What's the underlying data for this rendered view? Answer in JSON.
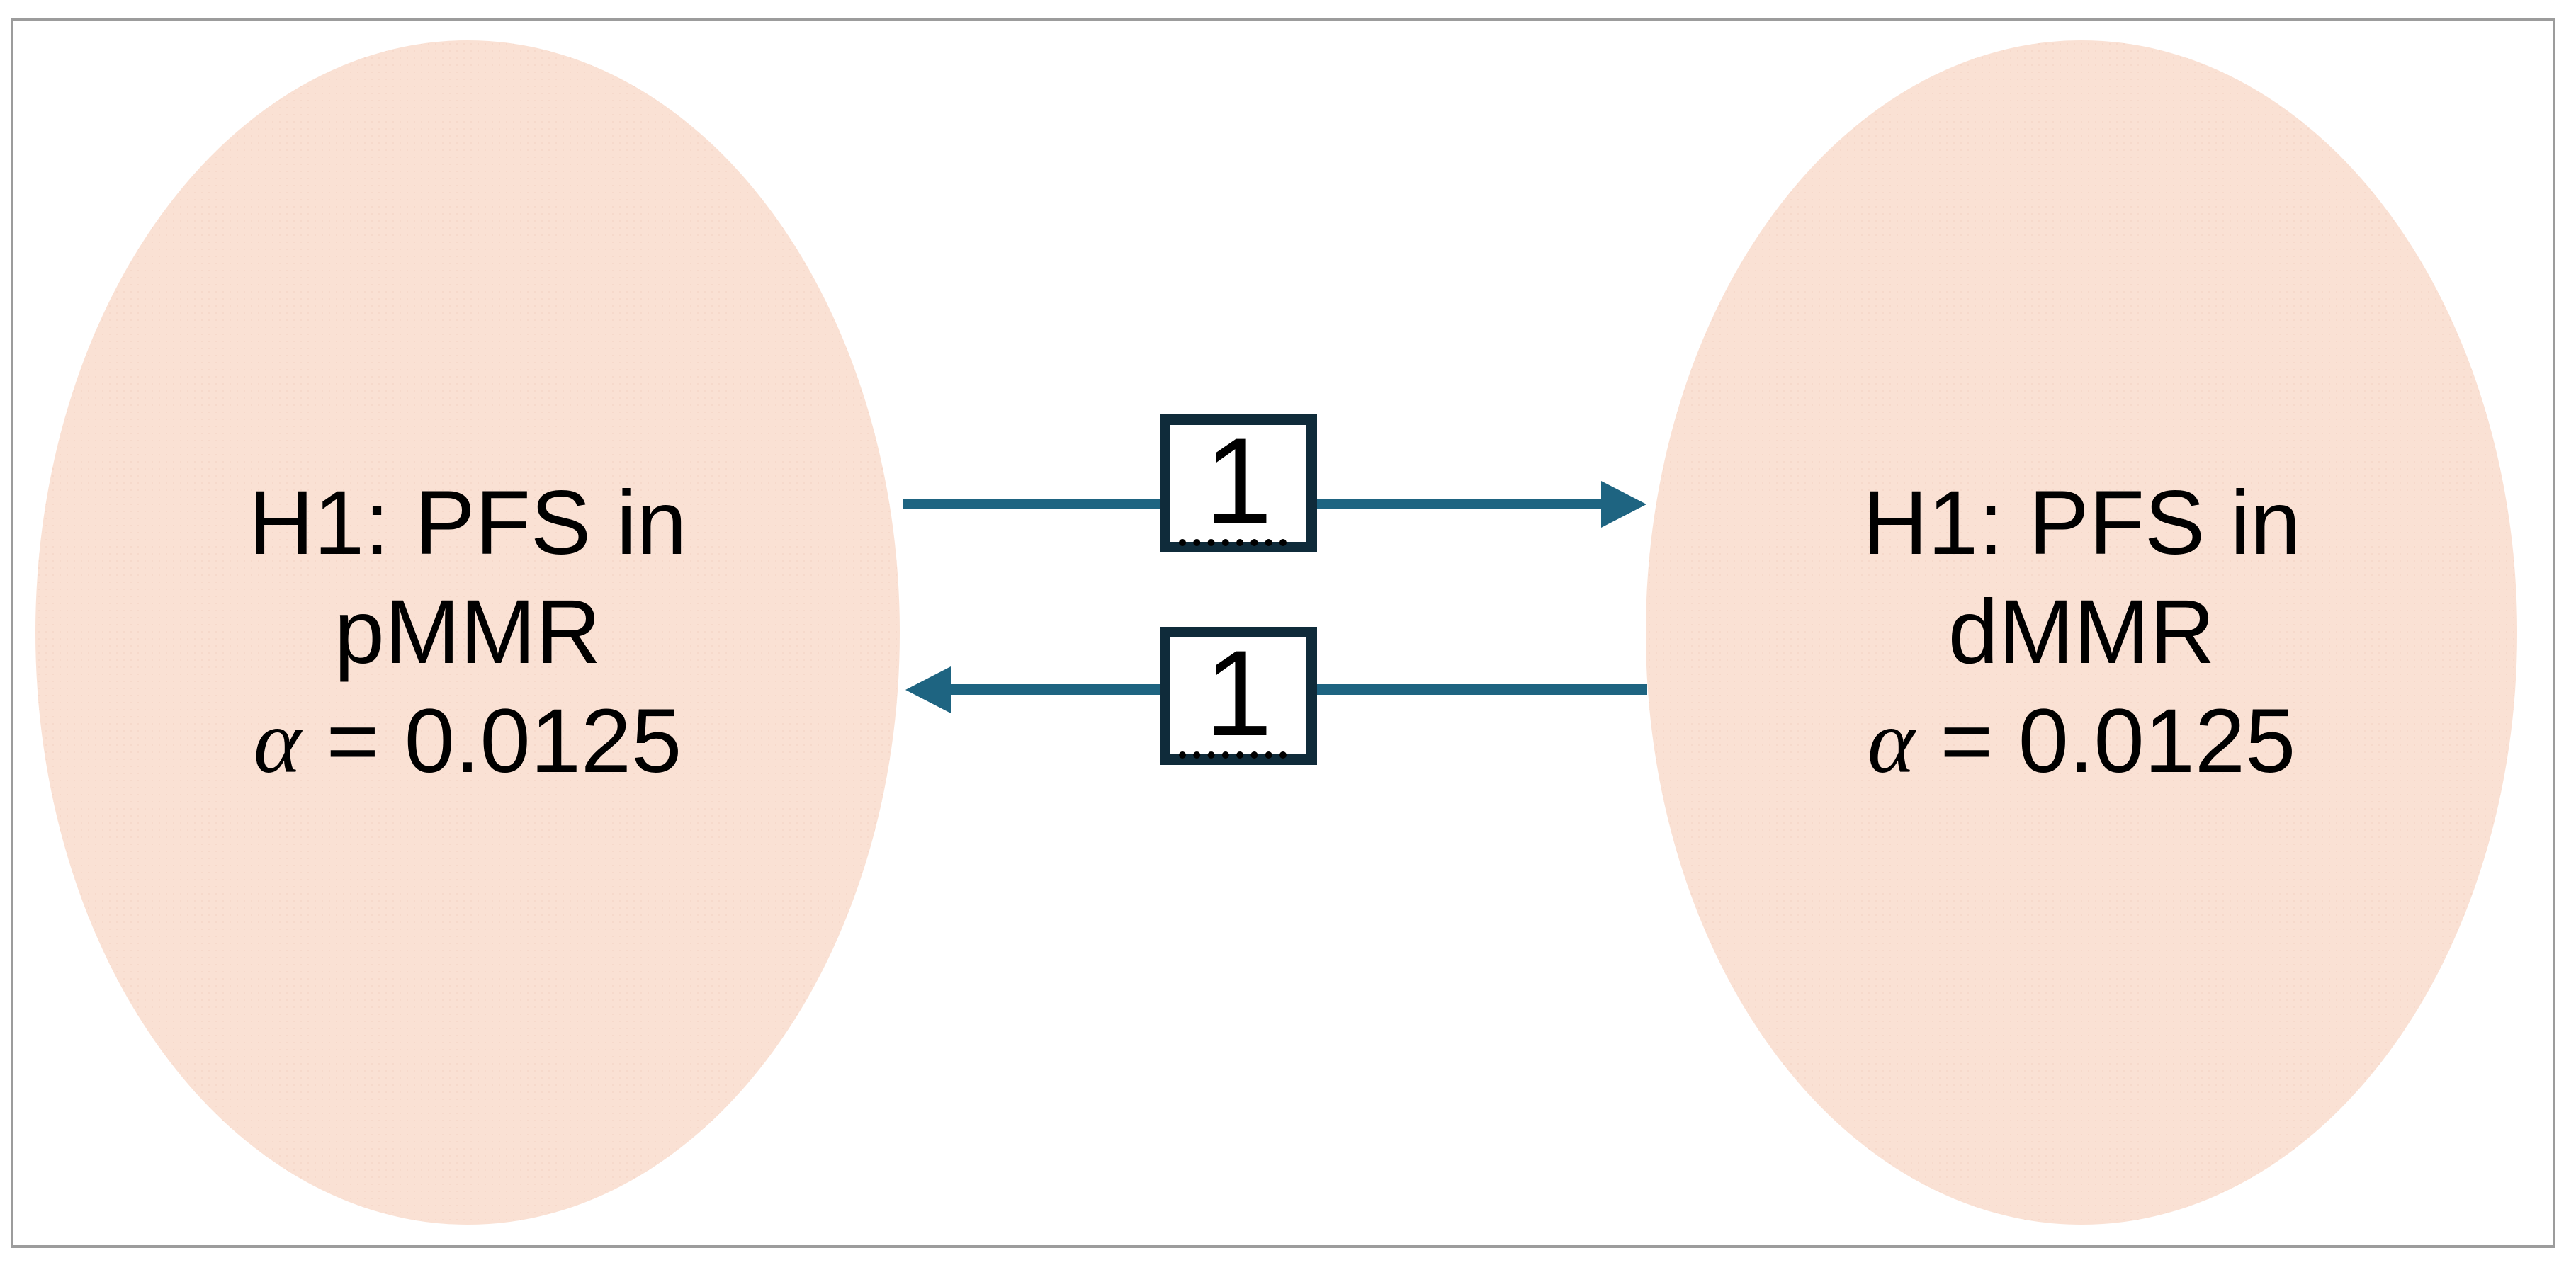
{
  "figure": {
    "type": "graphical-testing-strategy-diagram",
    "background": "#ffffff",
    "frame_color": "#9c9c9c"
  },
  "nodes": [
    {
      "id": "pMMR",
      "line1": "H1: PFS in",
      "line2": "pMMR",
      "alpha_symbol": "α",
      "alpha_rest": " = 0.0125",
      "fill": "#fae1d4"
    },
    {
      "id": "dMMR",
      "line1": "H1: PFS in",
      "line2": "dMMR",
      "alpha_symbol": "α",
      "alpha_rest": " = 0.0125",
      "fill": "#fae1d4"
    }
  ],
  "edges": [
    {
      "label": "1",
      "direction": "left-to-right",
      "from": "pMMR",
      "to": "dMMR"
    },
    {
      "label": "1",
      "direction": "right-to-left",
      "from": "dMMR",
      "to": "pMMR"
    }
  ],
  "colors": {
    "arrow": "#1e6481",
    "weight_box_border": "#0f2b3a",
    "weight_box_fill": "#ffffff",
    "text": "#000000"
  }
}
